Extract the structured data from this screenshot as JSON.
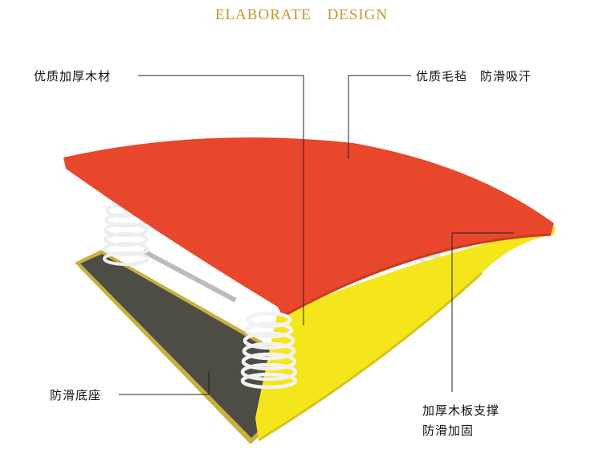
{
  "heading": "ELABORATE  DESIGN",
  "labels": {
    "wood": "优质加厚木材",
    "felt": "优质毛毡　防滑吸汗",
    "base": "防滑底座",
    "support_1": "加厚木板支撑",
    "support_2": "防滑加固"
  },
  "colors": {
    "accent": "#c8952e",
    "felt": "#e8452a",
    "board": "#f4e41a",
    "base": "#4a4a44"
  }
}
